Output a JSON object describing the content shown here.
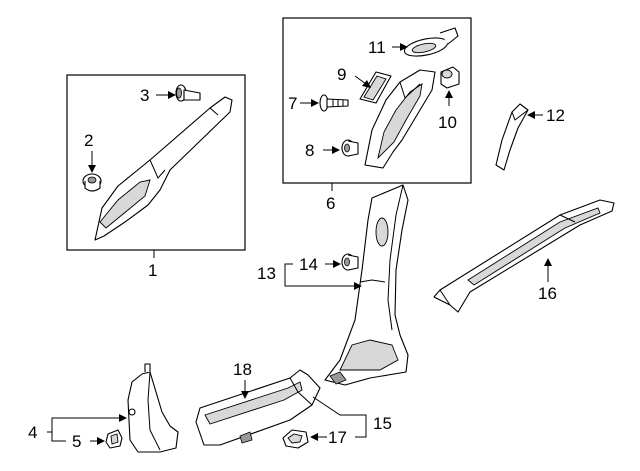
{
  "callouts": {
    "c1": "1",
    "c2": "2",
    "c3": "3",
    "c4": "4",
    "c5": "5",
    "c6": "6",
    "c7": "7",
    "c8": "8",
    "c9": "9",
    "c10": "10",
    "c11": "11",
    "c12": "12",
    "c13": "13",
    "c14": "14",
    "c15": "15",
    "c16": "16",
    "c17": "17",
    "c18": "18"
  },
  "colors": {
    "line": "#000000",
    "fill": "#ffffff",
    "shade": "#d8d8d8"
  }
}
